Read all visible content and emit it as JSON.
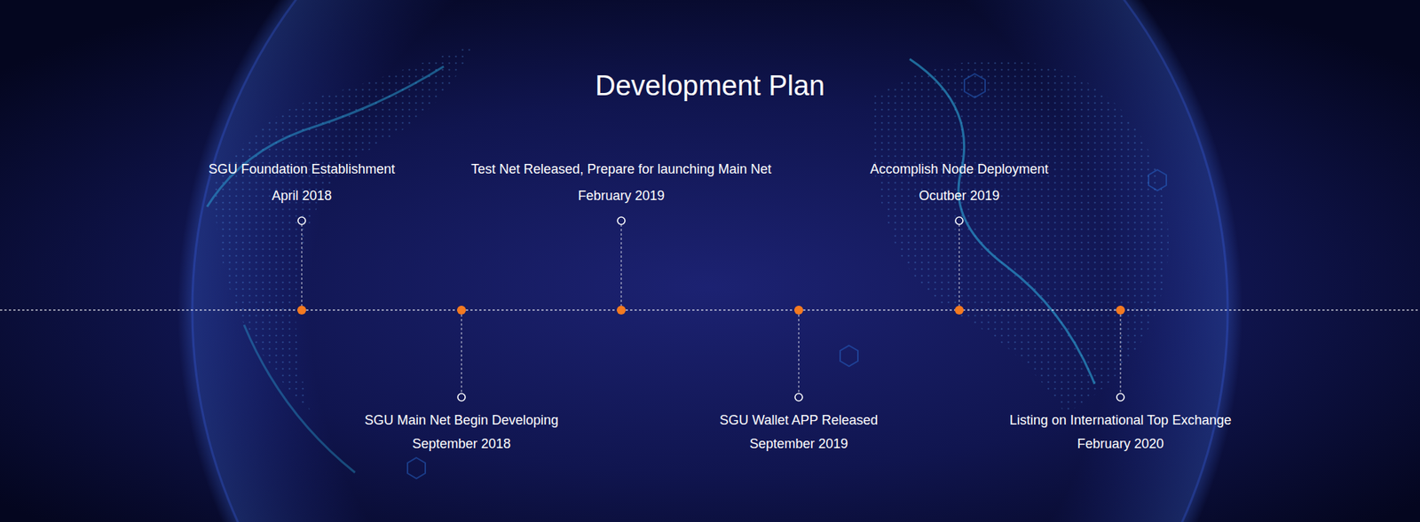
{
  "diagram": {
    "title": "Development Plan",
    "labels": [
      "SGU Foundation Establishment",
      "April 2018",
      "SGU Main Net Begin Developing",
      "September 2018",
      "Test Net Released, Prepare for launching Main Net",
      "February 2019",
      "SGU Wallet APP Released",
      "September 2019",
      "Accomplish Node Deployment",
      "Ocutber 2019",
      "Listing on International Top Exchange",
      "February 2020"
    ]
  }
}
